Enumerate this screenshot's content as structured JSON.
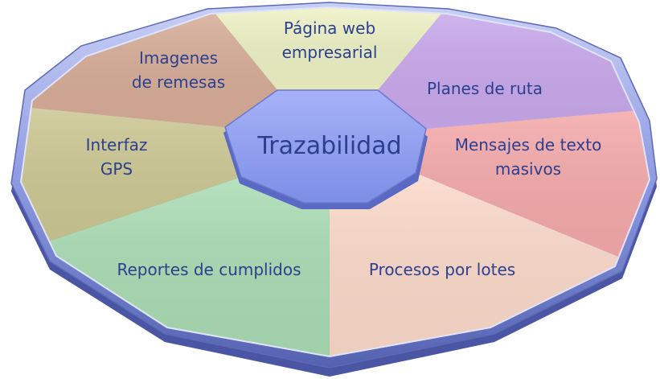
{
  "center": {
    "label": "Trazabilidad",
    "color": "#8fa0f0"
  },
  "segments": [
    {
      "id": "pagina-web",
      "lines": [
        "Página web",
        "empresarial"
      ],
      "color": "#eef2c4"
    },
    {
      "id": "planes-ruta",
      "lines": [
        "Planes de ruta"
      ],
      "color": "#c9a9ec"
    },
    {
      "id": "mensajes-texto",
      "lines": [
        "Mensajes de texto",
        "masivos"
      ],
      "color": "#f5a9a9"
    },
    {
      "id": "procesos-lotes",
      "lines": [
        "Procesos por lotes"
      ],
      "color": "#fbd9c9"
    },
    {
      "id": "reportes-cumplidos",
      "lines": [
        "Reportes de cumplidos"
      ],
      "color": "#a9dcb3"
    },
    {
      "id": "interfaz-gps",
      "lines": [
        "Interfaz",
        "GPS"
      ],
      "color": "#ccc792"
    },
    {
      "id": "imagenes-remesas",
      "lines": [
        "Imagenes",
        "de remesas"
      ],
      "color": "#d8ad98"
    }
  ],
  "frame_color": "#7f8fd8"
}
